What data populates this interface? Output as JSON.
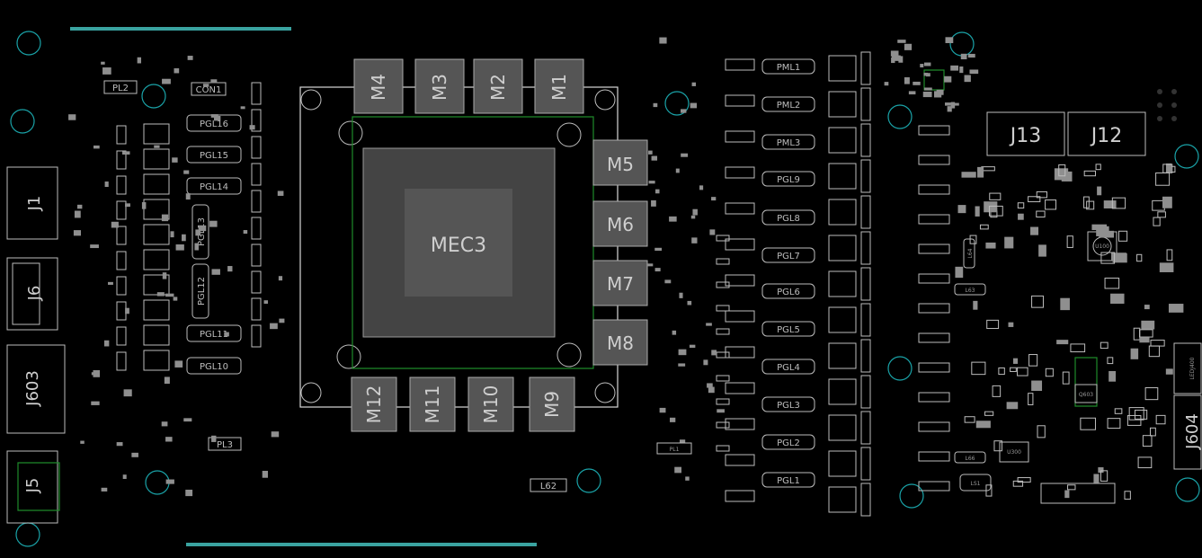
{
  "board": {
    "gpu_label": "MEC3",
    "memory_labels": [
      "M4",
      "M3",
      "M2",
      "M1",
      "M5",
      "M6",
      "M7",
      "M8",
      "M12",
      "M11",
      "M10",
      "M9"
    ],
    "connector_labels": [
      "J1",
      "J6",
      "J603",
      "J5",
      "J13",
      "J12",
      "J604",
      "LEDJ400"
    ],
    "pgl_left": [
      "PGL16",
      "PGL15",
      "PGL14",
      "PGL13",
      "PGL12",
      "PGL11",
      "PGL10"
    ],
    "pml_right": [
      "PML1",
      "PML2",
      "PML3"
    ],
    "pgl_right": [
      "PGL9",
      "PGL8",
      "PGL7",
      "PGL6",
      "PGL5",
      "PGL4",
      "PGL3",
      "PGL2",
      "PGL1"
    ],
    "misc_labels": {
      "con1": "CON1",
      "pl2": "PL2",
      "pl3": "PL3",
      "l62": "L62",
      "l63": "L63",
      "l64": "L64",
      "l66": "L66",
      "u100": "U100",
      "u300": "U300",
      "ls1": "LS1",
      "pl1": "PL1",
      "q603": "Q603"
    },
    "colors": {
      "background": "#000000",
      "silkscreen": "#cfcfcf",
      "trace": "#1f8a2a",
      "mounting_hole": "#1aa3a8",
      "edge_finger": "#3aa3a0"
    }
  }
}
